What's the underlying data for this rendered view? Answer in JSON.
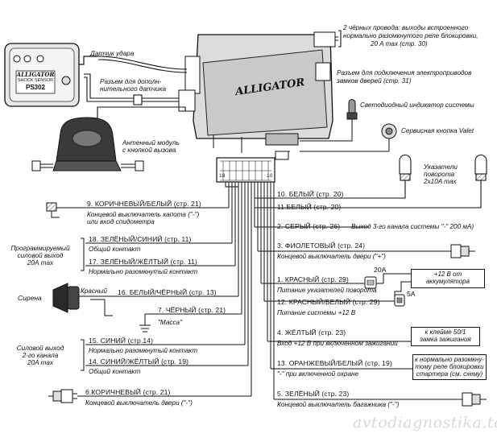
{
  "devices": {
    "shock_sensor_brand": "ALLIGATOR",
    "shock_sensor_line1": "SHOCK SENSOR",
    "shock_sensor_model": "PS302",
    "main_unit_brand": "ALLIGATOR"
  },
  "callouts": {
    "shock_sensor": "Датчик удара",
    "extra_sensor_1": "Разъем для дополн-",
    "extra_sensor_2": "нительного датчика",
    "antenna_1": "Антенный модуль",
    "antenna_2": "с кнопкой вызова",
    "blocking_relay_1": "2 чёрных провода: выходы встроенного",
    "blocking_relay_2": "нормально разомкнутого реле блокировки,",
    "blocking_relay_3": "20 A max (стр. 30)",
    "door_locks_1": "Разъем для подключения электроприводов",
    "door_locks_2": "замков дверей (стр. 31)",
    "led": "Светодиодный индикатор системы",
    "valet": "Сервисная кнопка Valet",
    "indicators_1": "Указатели",
    "indicators_2": "поворота",
    "indicators_3": "2x10A max"
  },
  "left_wires": {
    "w9": "9. КОРИЧНЕВЫЙ/БЕЛЫЙ (стр. 21)",
    "w9_d1": "Концевой выключатель капота (\"-\")",
    "w9_d2": "или вход спидометра",
    "prog_1": "Программируемый",
    "prog_2": "силовой выход",
    "prog_3": "20А max",
    "w18": "18. ЗЕЛЁНЫЙ/СИНИЙ (стр. 11)",
    "w18_d": "Общий контакт",
    "w17": "17. ЗЕЛЁНЫЙ/ЖЁЛТЫЙ (стр. 11)",
    "w17_d": "Нормально разомкнутый контакт",
    "siren": "Сирена",
    "siren_red": "Красный",
    "w16": "16. БЕЛЫЙ/ЧЁРНЫЙ (стр. 13)",
    "w7": "7. ЧЁРНЫЙ (стр. 21)",
    "w7_d": "\"Масса\"",
    "pwr2_1": "Силовой выход",
    "pwr2_2": "2-го канала",
    "pwr2_3": "20A max",
    "w15": "15. СИНИЙ (стр.14)",
    "w15_d": "Нормально разомкнутый контакт",
    "w14": "14. СИНИЙ/ЖЁЛТЫЙ (стр. 19)",
    "w14_d": "Общий контакт",
    "w6": "6.КОРИЧНЕВЫЙ (стр. 21)",
    "w6_d": "Концевой выключатель двери (\"-\")"
  },
  "right_wires": {
    "w10": "10. БЕЛЫЙ (стр. 20)",
    "w11": "11.БЕЛЫЙ (стр. 20)",
    "w2": "2. СЕРЫЙ (стр. 26)",
    "w2_d": "Выход 3-го канала системы \"-\" 200 мА)",
    "w3": "3. ФИОЛЕТОВЫЙ (стр. 24)",
    "w3_d": "Концевой выключатель двери (\"+\")",
    "w1": "1. КРАСНЫЙ  (стр. 29)",
    "w1_d": "Питание указателей поворота",
    "fuse_20": "20А",
    "fuse_5": "5A",
    "battery_1": "+12 В от",
    "battery_2": "аккумулятора",
    "w12": "12. КРАСНЫЙ/БЕЛЫЙ (стр. 29)",
    "w12_d": "Питание системы +12 В",
    "w4": "4. ЖЁЛТЫЙ (стр. 23)",
    "w4_d": "Вход +12 В при включенном зажигании",
    "ign_1": "к клейме 50/1",
    "ign_2": "замка зажигания",
    "w13": "13. ОРАНЖЕВЫЙ/БЕЛЫЙ (стр. 19)",
    "w13_d": "\"-\" при включенной охране",
    "relay_1": "к нормально разомкну-",
    "relay_2": "тому реле блокировки",
    "relay_3": "стартера (см. схему)",
    "w5": "5. ЗЕЛЁНЫЙ (стр. 23)",
    "w5_d": "Концевой выключатель багажника (\"-\")"
  },
  "connector": {
    "left_pin": "18",
    "right_pin": "10"
  },
  "watermark": "avtodiagnostika.top"
}
